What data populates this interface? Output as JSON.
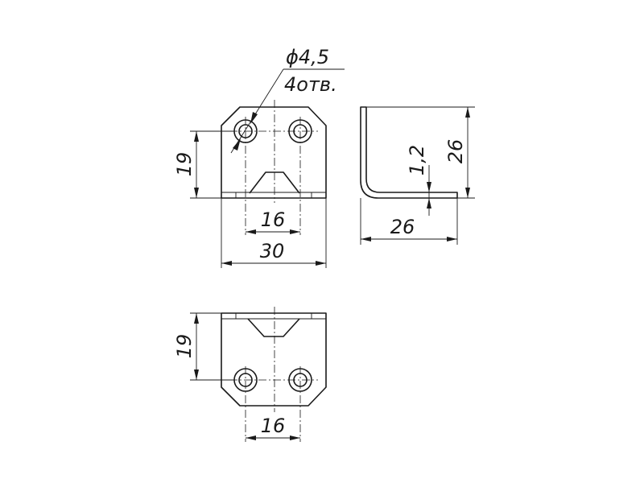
{
  "hole_callout": {
    "diameter": "ϕ4,5",
    "count": "4отв."
  },
  "front_view": {
    "height_dim": "19",
    "hole_spacing_dim": "16",
    "width_dim": "30"
  },
  "side_view": {
    "height_dim": "26",
    "thickness_dim": "1,2",
    "length_dim": "26"
  },
  "bottom_view": {
    "height_dim": "19",
    "hole_spacing_dim": "16"
  }
}
